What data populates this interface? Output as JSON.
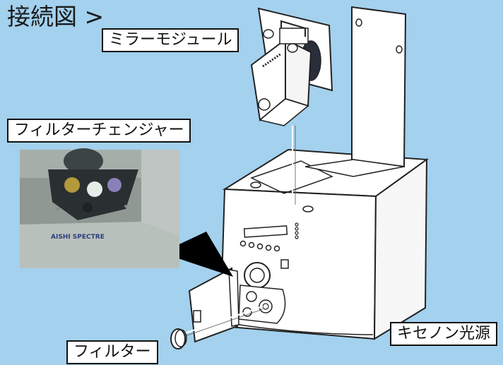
{
  "heading": "接続図 >",
  "labels": {
    "mirror_module": "ミラーモジュール",
    "filter_changer": "フィルターチェンジャー",
    "filter": "フィルター",
    "xenon_light_source": "キセノン光源"
  },
  "photo": {
    "brand_text": "AISHI SPECTRE"
  }
}
